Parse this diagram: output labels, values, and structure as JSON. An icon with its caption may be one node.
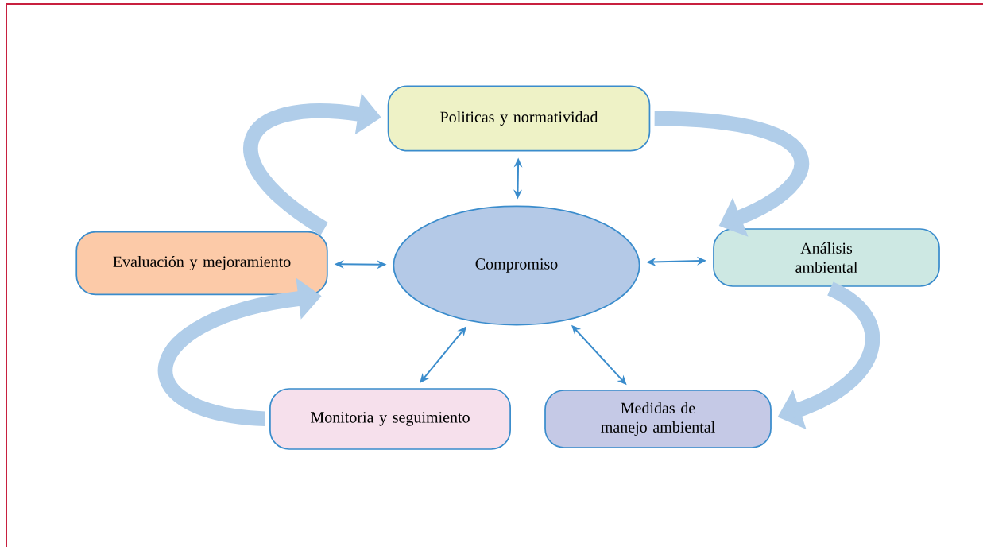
{
  "diagram": {
    "nodes": [
      {
        "text": [
          "Politicas y normatividad"
        ]
      },
      {
        "text": [
          "Evaluación y mejoramiento"
        ]
      },
      {
        "text": [
          "Compromiso"
        ]
      },
      {
        "text": [
          "Análisis ambiental"
        ]
      },
      {
        "text": [
          "Monitoria y seguimiento"
        ]
      },
      {
        "text": [
          "Medidas de manejo ambiental"
        ]
      }
    ],
    "edges": [
      {
        "from": 0,
        "to": 2,
        "arrow": "both"
      },
      {
        "from": 1,
        "to": 2,
        "arrow": "both"
      },
      {
        "from": 2,
        "to": 3,
        "arrow": "both"
      },
      {
        "from": 4,
        "to": 2,
        "arrow": "both"
      },
      {
        "from": 2,
        "to": 5,
        "arrow": "both"
      },
      {
        "from": 1,
        "to": 0,
        "arrow": "to",
        "style": "thick",
        "color": "#b0cde9"
      },
      {
        "from": 0,
        "to": 3,
        "arrow": "to",
        "style": "thick",
        "color": "#b0cde9"
      },
      {
        "from": 3,
        "to": 5,
        "arrow": "to",
        "style": "thick",
        "color": "#b0cde9"
      },
      {
        "from": 4,
        "to": 1,
        "arrow": "to",
        "style": "thick",
        "color": "#b0cde9"
      }
    ]
  }
}
